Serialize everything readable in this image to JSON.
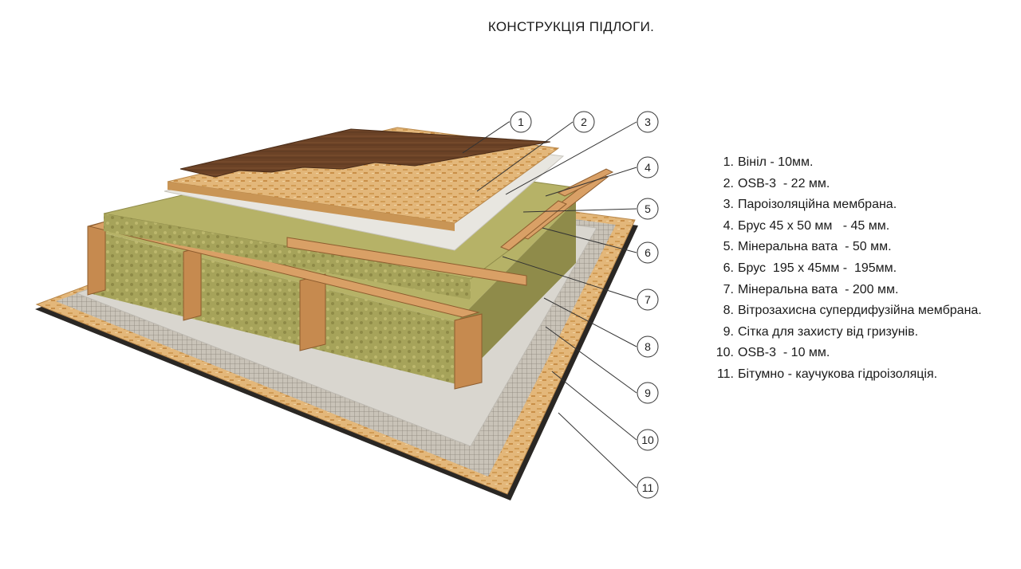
{
  "title": "КОНСТРУКЦІЯ ПІДЛОГИ.",
  "callouts": [
    "1",
    "2",
    "3",
    "4",
    "5",
    "6",
    "7",
    "8",
    "9",
    "10",
    "11"
  ],
  "legend": [
    {
      "num": "1.",
      "text": "Вініл - 10мм."
    },
    {
      "num": "2.",
      "text": "OSB-3  - 22 мм."
    },
    {
      "num": "3.",
      "text": "Пароізоляційна мембрана."
    },
    {
      "num": "4.",
      "text": "Брус 45 x 50 мм   - 45 мм."
    },
    {
      "num": "5.",
      "text": "Мінеральна вата  - 50 мм."
    },
    {
      "num": "6.",
      "text": "Брус  195 x 45мм -  195мм."
    },
    {
      "num": "7.",
      "text": "Мінеральна вата  - 200 мм."
    },
    {
      "num": "8.",
      "text": "Вітрозахисна супердифузійна мембрана."
    },
    {
      "num": "9.",
      "text": "Сітка для захисту від гризунів."
    },
    {
      "num": "10.",
      "text": "OSB-3  - 10 мм."
    },
    {
      "num": "11.",
      "text": "Бітумно - каучукова гідроізоляція."
    }
  ],
  "colors": {
    "vinyl": "#6b4226",
    "osb": "#e3b77a",
    "membrane": "#e8e6e0",
    "mineral_wool": "#a6a35a",
    "timber": "#c68a4f",
    "mesh": "#b9b3a8",
    "bitumen": "#2a2724",
    "leader": "#333333"
  }
}
